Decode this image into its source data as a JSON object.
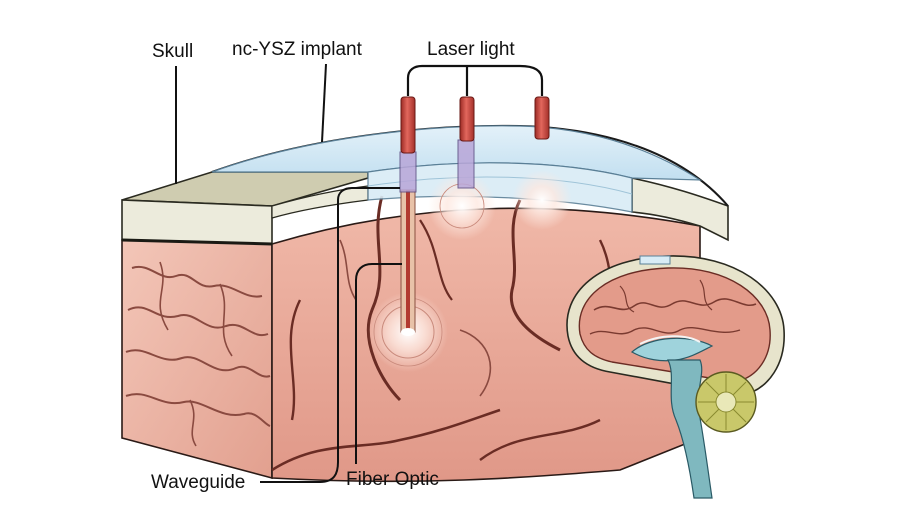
{
  "labels": {
    "skull": "Skull",
    "implant": "nc-YSZ implant",
    "laser": "Laser light",
    "waveguide": "Waveguide",
    "fiber": "Fiber Optic"
  },
  "colors": {
    "skull_top": "#cfccb0",
    "skull_side": "#ecebdc",
    "implant": "#cfe6f3",
    "brain": "#eaa898",
    "brain_dark": "#d88b7c",
    "sulcus": "#7a3a30",
    "laser_rod": "#c9453d",
    "inset_cortex": "#e39b8a",
    "inset_ventricle": "#9fd3dc",
    "inset_cerebellum": "#c9c86a"
  }
}
